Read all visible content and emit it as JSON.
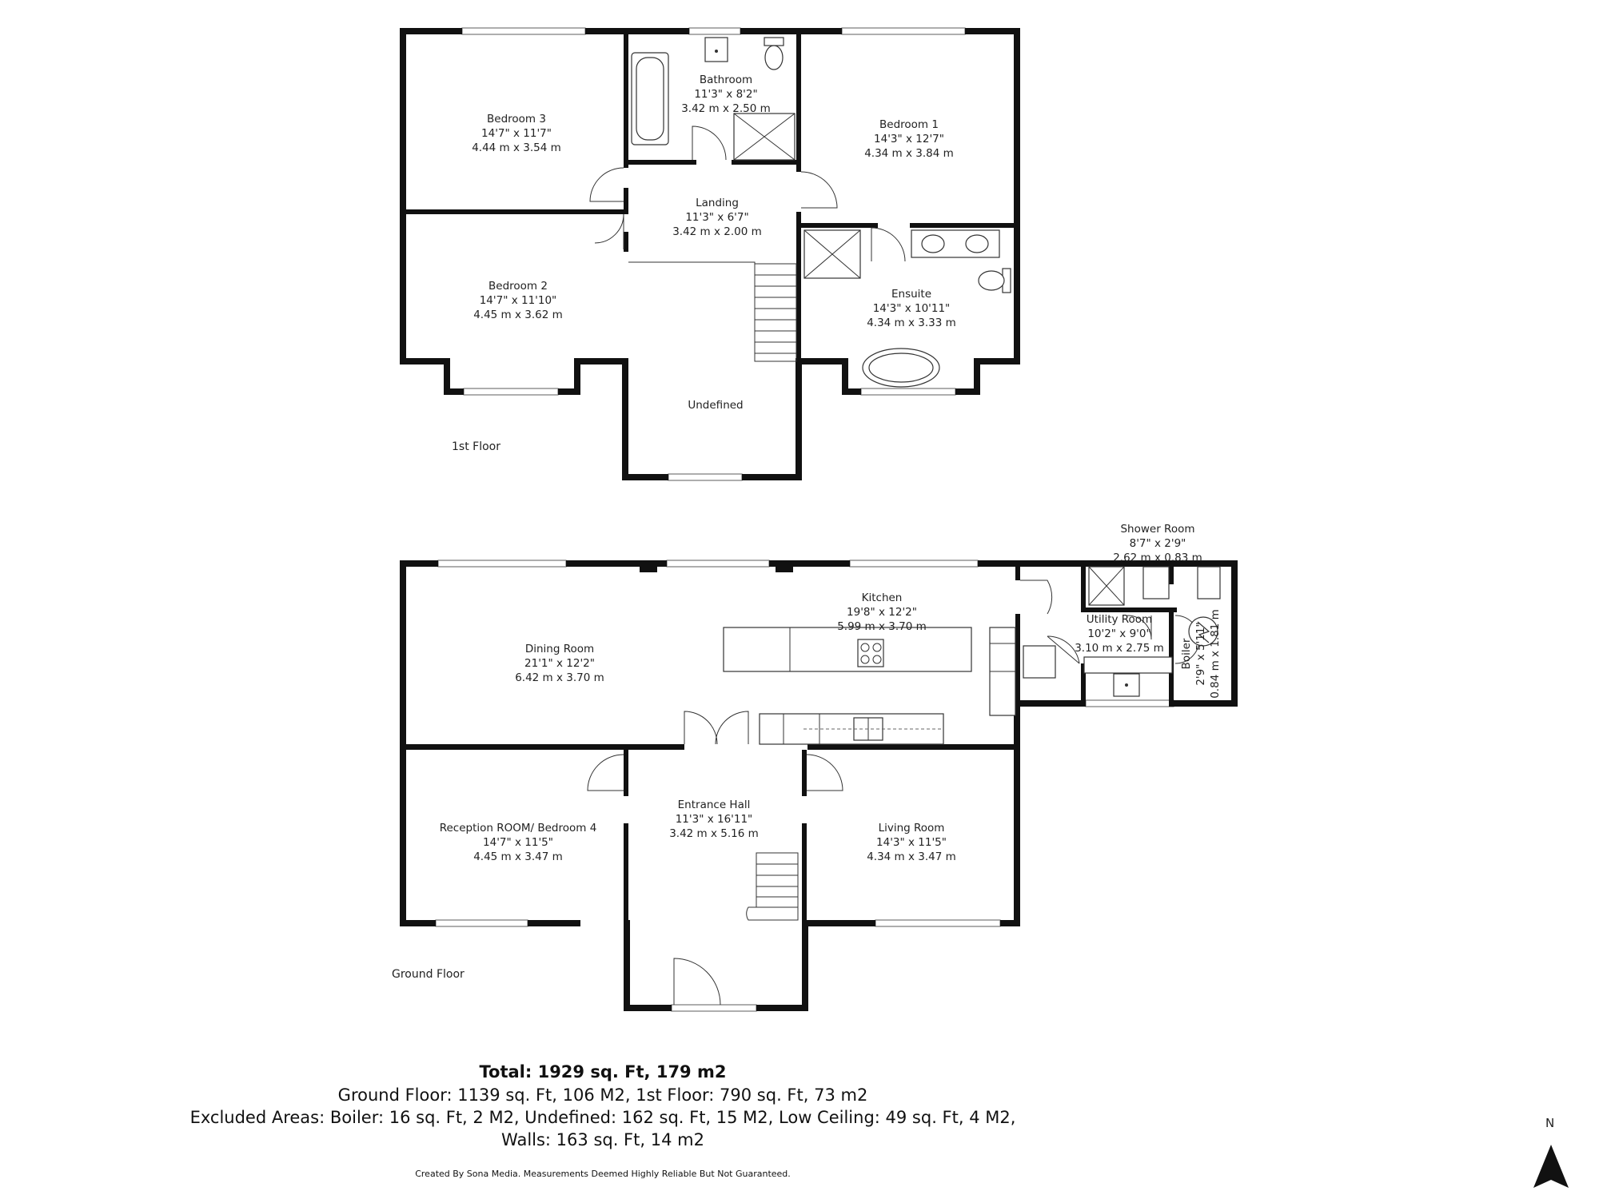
{
  "floors": {
    "first": {
      "label": "1st Floor",
      "rooms": [
        {
          "name": "Bedroom 3",
          "dim_imperial": "14'7\" x 11'7\"",
          "dim_metric": "4.44 m x 3.54 m"
        },
        {
          "name": "Bathroom",
          "dim_imperial": "11'3\" x 8'2\"",
          "dim_metric": "3.42 m x 2.50 m"
        },
        {
          "name": "Bedroom 1",
          "dim_imperial": "14'3\" x 12'7\"",
          "dim_metric": "4.34 m x 3.84 m"
        },
        {
          "name": "Landing",
          "dim_imperial": "11'3\" x 6'7\"",
          "dim_metric": "3.42 m x 2.00 m"
        },
        {
          "name": "Bedroom 2",
          "dim_imperial": "14'7\" x 11'10\"",
          "dim_metric": "4.45 m x 3.62 m"
        },
        {
          "name": "Ensuite",
          "dim_imperial": "14'3\" x 10'11\"",
          "dim_metric": "4.34 m x 3.33 m"
        },
        {
          "name": "Undefined"
        }
      ]
    },
    "ground": {
      "label": "Ground Floor",
      "rooms": [
        {
          "name": "Shower Room",
          "dim_imperial": "8'7\" x 2'9\"",
          "dim_metric": "2.62 m x 0.83 m"
        },
        {
          "name": "Kitchen",
          "dim_imperial": "19'8\" x 12'2\"",
          "dim_metric": "5.99 m x 3.70 m"
        },
        {
          "name": "Utility Room",
          "dim_imperial": "10'2\" x 9'0\"",
          "dim_metric": "3.10 m x 2.75 m"
        },
        {
          "name": "Dining Room",
          "dim_imperial": "21'1\" x 12'2\"",
          "dim_metric": "6.42 m x 3.70 m"
        },
        {
          "name": "Boiler",
          "dim_imperial": "2'9\" x 5'11\"",
          "dim_metric": "0.84 m x 1.81 m"
        },
        {
          "name": "Entrance Hall",
          "dim_imperial": "11'3\" x 16'11\"",
          "dim_metric": "3.42 m x 5.16 m"
        },
        {
          "name": "Reception ROOM/ Bedroom 4",
          "dim_imperial": "14'7\" x 11'5\"",
          "dim_metric": "4.45 m x 3.47 m"
        },
        {
          "name": "Living Room",
          "dim_imperial": "14'3\" x 11'5\"",
          "dim_metric": "4.34 m x 3.47 m"
        }
      ]
    }
  },
  "summary": {
    "total": "Total: 1929 sq. Ft, 179 m2",
    "floors_line": "Ground Floor: 1139 sq. Ft, 106 M2, 1st Floor: 790 sq. Ft, 73 m2",
    "excluded_line": "Excluded Areas: Boiler: 16 sq. Ft, 2 M2, Undefined: 162 sq. Ft, 15 M2, Low Ceiling: 49 sq. Ft, 4 M2,",
    "walls_line": "Walls: 163 sq. Ft, 14 m2"
  },
  "credit": "Created By Sona Media. Measurements Deemed Highly Reliable But Not Guaranteed.",
  "compass": {
    "label": "N",
    "icon": "north-arrow-icon"
  }
}
